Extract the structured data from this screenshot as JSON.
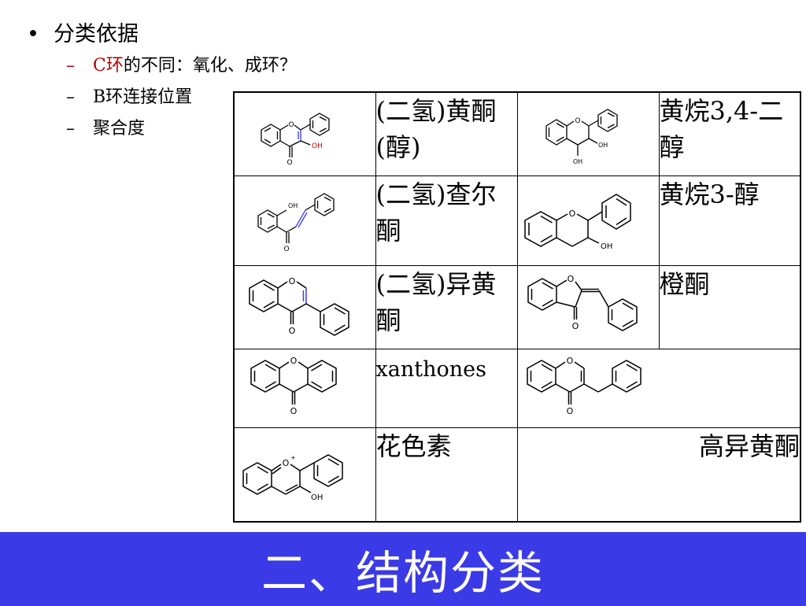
{
  "bullets": {
    "main": "分类依据",
    "items": [
      {
        "highlight": "C环",
        "rest": "的不同：氧化、成环？"
      },
      {
        "highlight": "",
        "rest": "B环连接位置"
      },
      {
        "highlight": "",
        "rest": "聚合度"
      }
    ]
  },
  "table": {
    "flavonol": "(二氢)黄酮(醇)",
    "flavan_diol": "黄烷3,4-二醇",
    "chalcone": "(二氢)查尔酮",
    "flavan_ol": "黄烷3-醇",
    "isoflavone": "(二氢)异黄酮",
    "aurone": "橙酮",
    "xanthone": "xanthones",
    "anthocyanidin": "花色素",
    "homoisoflavone": "高异黄酮"
  },
  "atoms": {
    "oxygen": "O",
    "hydroxyl": "OH",
    "charge": "+"
  },
  "colors": {
    "banner": "#3a3ae6",
    "highlight_text": "#b00000",
    "oh_label": "#cc0000",
    "double_bond": "#3a3ae6"
  },
  "banner": {
    "title": "二、结构分类"
  }
}
